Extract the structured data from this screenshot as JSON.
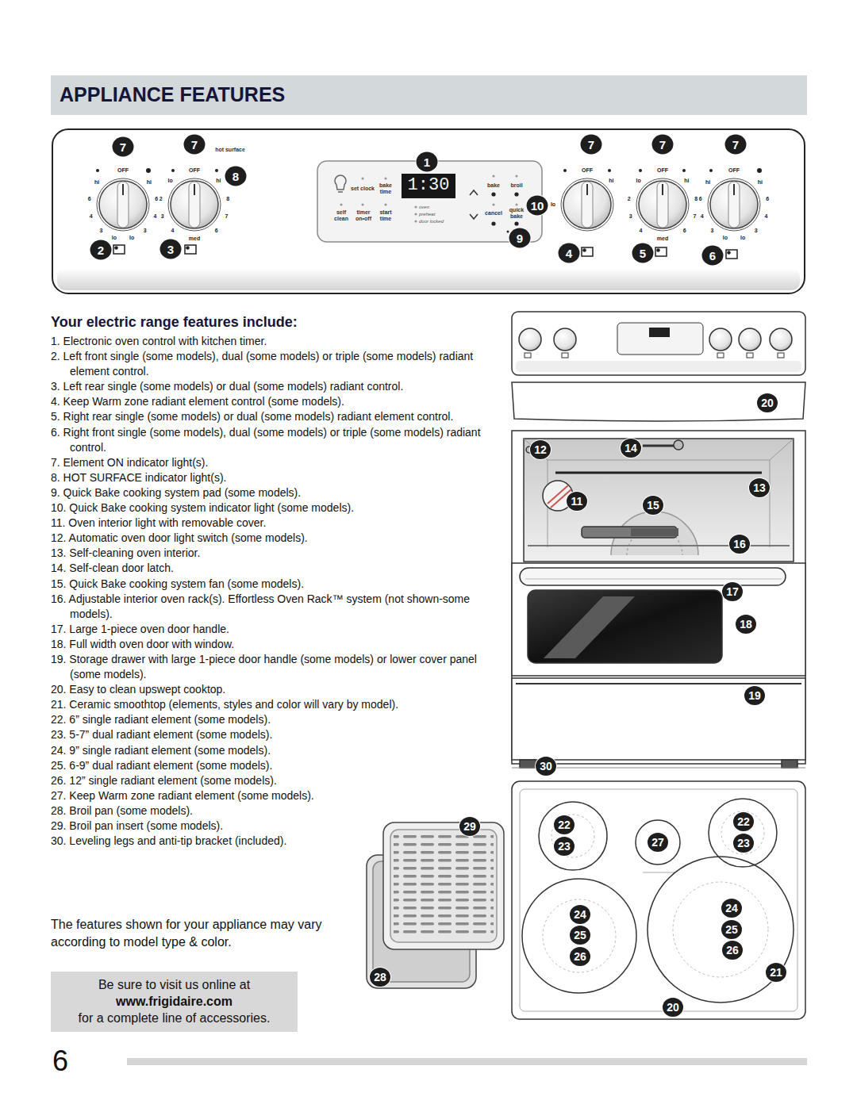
{
  "diagram": {
    "title": "APPLIANCE FEATURES",
    "nodes": [
      {
        "text": [
          "Be sure to visit us online at",
          "www.frigidaire.com",
          "for a complete line of accessories."
        ]
      }
    ],
    "labels": [
      "7",
      "7",
      "8",
      "1",
      "7",
      "7",
      "7",
      "10",
      "9",
      "2",
      "3",
      "4",
      "5",
      "6",
      "hot surface",
      "1:30",
      "set clock",
      "bake time",
      "self clean",
      "timer on•off",
      "start time",
      "oven",
      "preheat",
      "door locked",
      "bake",
      "broil",
      "cancel",
      "quick bake",
      "OFF",
      "hi",
      "6",
      "4",
      "3",
      "lo",
      "lo",
      "3",
      "4",
      "6",
      "hi",
      "OFF",
      "lo",
      "2",
      "3",
      "4",
      "med",
      "6",
      "7",
      "8",
      "hi",
      "OFF",
      "hi",
      "lo",
      "OFF",
      "lo",
      "2",
      "3",
      "4",
      "med",
      "6",
      "7",
      "8",
      "hi",
      "OFF",
      "hi",
      "6",
      "4",
      "3",
      "lo",
      "lo",
      "3",
      "4",
      "6",
      "hi",
      "Your electric range features include:",
      "1. Electronic oven control with kitchen timer.",
      "2. Left front single (some models), dual (some models) or triple (some models) radiant element control.",
      "3. Left rear single (some models) or dual (some models) radiant control.",
      "4. Keep Warm zone radiant element control (some models).",
      "5. Right rear single (some models) or dual (some models) radiant element control.",
      "6. Right front single (some models), dual (some models) or triple (some models) radiant control.",
      "7. Element ON indicator light(s).",
      "8. HOT SURFACE indicator light(s).",
      "9. Quick Bake cooking system pad (some models).",
      "10. Quick Bake cooking system indicator light (some models).",
      "11. Oven interior light with removable cover.",
      "12. Automatic oven door light switch (some models).",
      "13. Self-cleaning oven interior.",
      "14. Self-clean door latch.",
      "15. Quick Bake cooking system fan (some models).",
      "16. Adjustable interior oven rack(s). Effortless Oven Rack™ system (not shown-some models).",
      "17. Large 1-piece oven door handle.",
      "18. Full width oven door with window.",
      "19. Storage drawer with large 1-piece door handle (some models) or lower cover panel (some models).",
      "20. Easy to clean upswept cooktop.",
      "21. Ceramic smoothtop (elements, styles and color will vary by model).",
      "22. 6” single radiant element (some models).",
      "23. 5-7” dual radiant element (some models).",
      "24. 9” single radiant element (some models).",
      "25. 6-9” dual radiant element (some models).",
      "26. 12” single radiant element (some models).",
      "27. Keep Warm zone radiant element (some models).",
      "28. Broil pan (some models).",
      "29. Broil pan insert (some models).",
      "30. Leveling legs and anti-tip bracket (included).",
      "20",
      "12",
      "14",
      "13",
      "11",
      "15",
      "16",
      "17",
      "18",
      "19",
      "30",
      "29",
      "22",
      "22",
      "23",
      "27",
      "23",
      "24",
      "24",
      "25",
      "25",
      "26",
      "26",
      "21",
      "28",
      "20",
      "The features shown for your appliance may vary according to model type & color.",
      "6"
    ]
  }
}
